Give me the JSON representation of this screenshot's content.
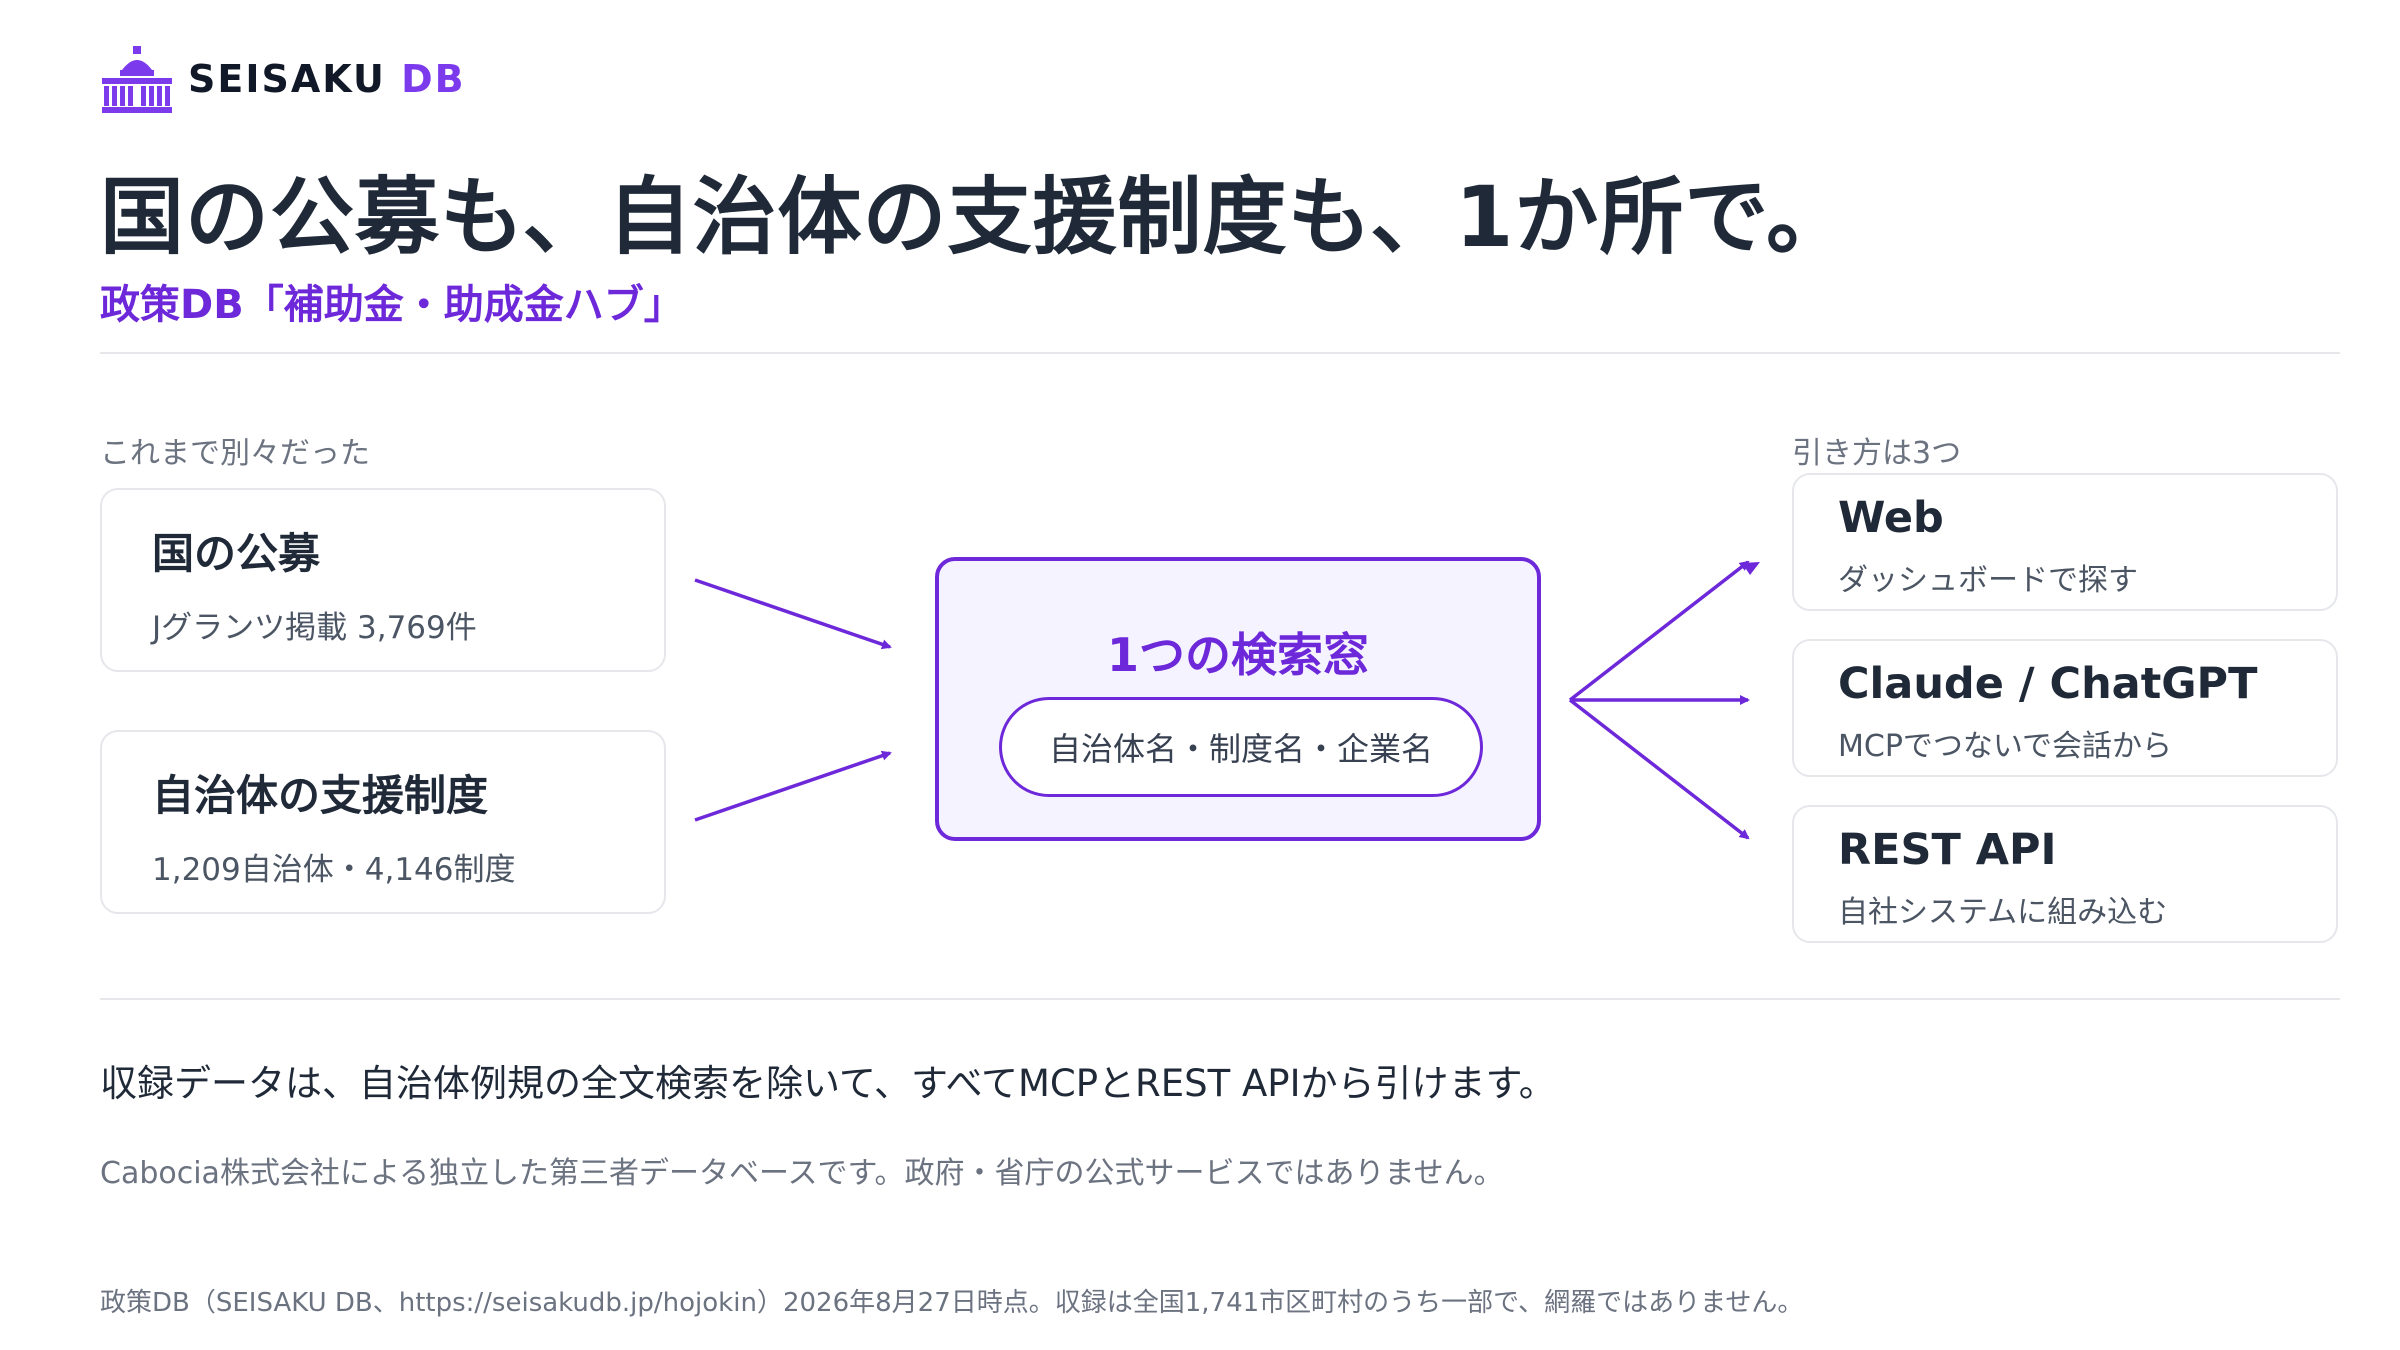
{
  "brand": {
    "name_main": "SEISAKU",
    "name_accent": "DB"
  },
  "headline": "国の公募も、自治体の支援制度も、1か所で。",
  "subheadline": "政策DB「補助金・助成金ハブ」",
  "left": {
    "caption": "これまで別々だった",
    "cards": [
      {
        "title": "国の公募",
        "sub": "Jグランツ掲載 3,769件"
      },
      {
        "title": "自治体の支援制度",
        "sub": "1,209自治体・4,146制度"
      }
    ]
  },
  "center": {
    "title": "1つの検索窓",
    "placeholder": "自治体名・制度名・企業名"
  },
  "right": {
    "caption": "引き方は3つ",
    "cards": [
      {
        "title": "Web",
        "sub": "ダッシュボードで探す"
      },
      {
        "title": "Claude / ChatGPT",
        "sub": "MCPでつないで会話から"
      },
      {
        "title": "REST API",
        "sub": "自社システムに組み込む"
      }
    ]
  },
  "note": "収録データは、自治体例規の全文検索を除いて、すべてMCPとREST APIから引けます。",
  "disclaimer": "Cabocia株式会社による独立した第三者データベースです。政府・省庁の公式サービスではありません。",
  "footer": "政策DB（SEISAKU DB、https://seisakudb.jp/hojokin）2026年8月27日時点。収録は全国1,741市区町村のうち一部で、網羅ではありません。",
  "colors": {
    "accent": "#6d28d9",
    "text": "#1f2937",
    "muted": "#6b7280",
    "border": "#e5e7eb",
    "center_bg": "#f5f3ff"
  }
}
